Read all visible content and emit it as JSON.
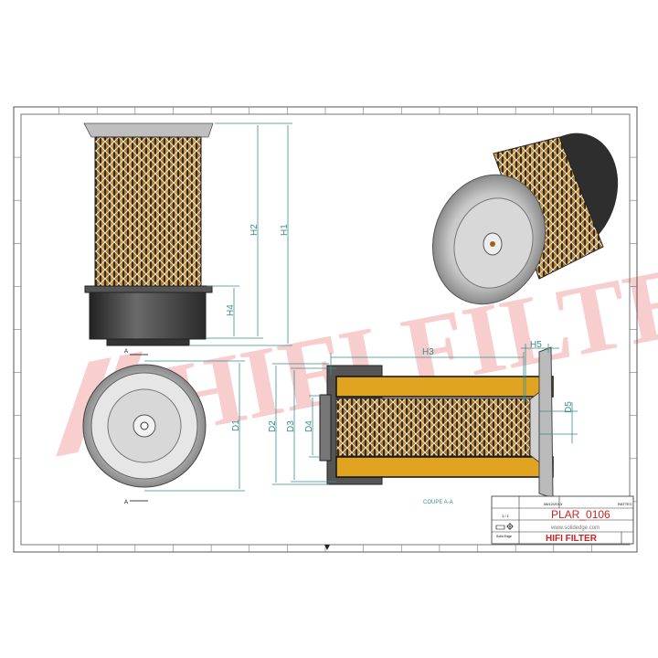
{
  "watermark": "HIFI FILTER",
  "colors": {
    "dimension": "#3a8f8f",
    "brand_red": "#d42020",
    "media": "#c8902a",
    "end_cap": "#3c3c3c"
  },
  "dimensions": {
    "h1": "H1",
    "h2": "H2",
    "h3": "H3",
    "h4": "H4",
    "h5": "H5",
    "d1": "D1",
    "d2": "D2",
    "d3": "D3",
    "d4": "D4",
    "d5": "D5"
  },
  "section": {
    "marker": "A",
    "caption": "COUPE A-A"
  },
  "title_block": {
    "date": "08/12/2013",
    "author": "RATTEC",
    "scale": "1 / 1",
    "title": "PLAR_0106",
    "website": "www.solidedge.com",
    "software": "Solid Edge",
    "company": "HIFI FILTER"
  }
}
